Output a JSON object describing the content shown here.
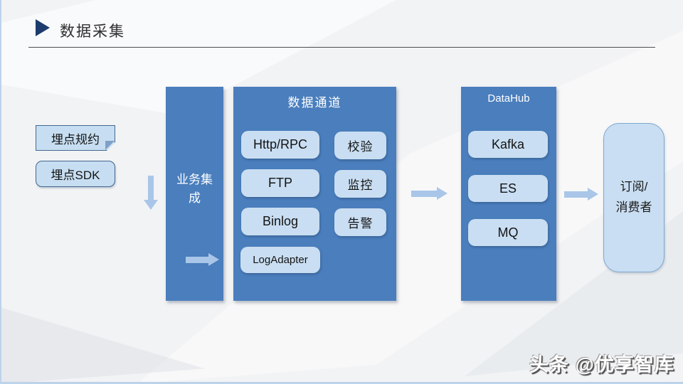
{
  "header": {
    "title": "数据采集"
  },
  "left_group": {
    "spec_label": "埋点规约",
    "sdk_label": "埋点SDK"
  },
  "business_bar": {
    "label": "业务集成"
  },
  "data_channel": {
    "title": "数据通道",
    "left_items": [
      "Http/RPC",
      "FTP",
      "Binlog",
      "LogAdapter"
    ],
    "right_items": [
      "校验",
      "监控",
      "告警"
    ]
  },
  "datahub": {
    "title": "DataHub",
    "items": [
      "Kafka",
      "ES",
      "MQ"
    ]
  },
  "consumer": {
    "label": "订阅/\n消费者"
  },
  "watermark": "头条 @优享智库",
  "colors": {
    "panel_blue": "#4a7ebd",
    "chip_blue": "#c9def2",
    "arrow_blue": "#a9c6e8",
    "accent_navy": "#1c3c6e",
    "edge_blue": "#bdd3ea"
  }
}
